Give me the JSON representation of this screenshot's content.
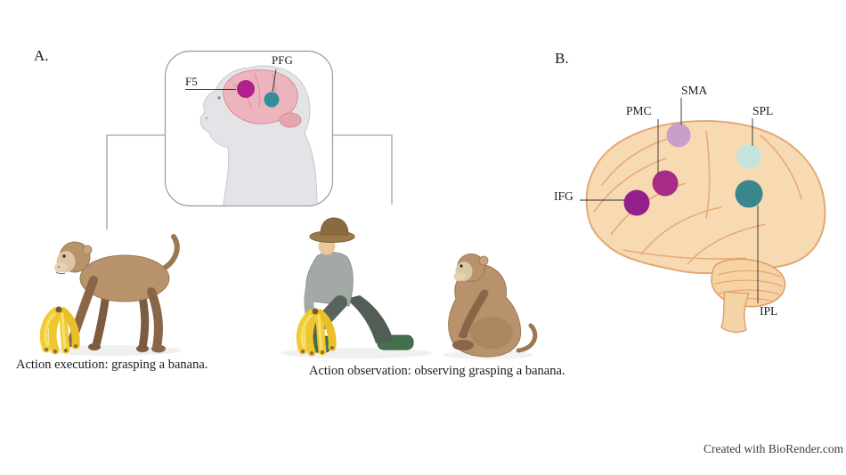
{
  "figure": {
    "panel_a": {
      "label": "A.",
      "inset": {
        "f5": {
          "label": "F5",
          "color": "#b0208f"
        },
        "pfg": {
          "label": "PFG",
          "color": "#2f8f9b"
        }
      },
      "captions": {
        "execution": "Action execution: grasping a banana.",
        "observation": "Action observation: observing grasping a banana."
      }
    },
    "panel_b": {
      "label": "B.",
      "regions": [
        {
          "label": "SMA",
          "color": "#c89fca"
        },
        {
          "label": "PMC",
          "color": "#a62c85"
        },
        {
          "label": "SPL",
          "color": "#c6e4de"
        },
        {
          "label": "IFG",
          "color": "#93208a"
        },
        {
          "label": "IPL",
          "color": "#3a868f"
        }
      ]
    },
    "credit": "Created with BioRender.com"
  }
}
